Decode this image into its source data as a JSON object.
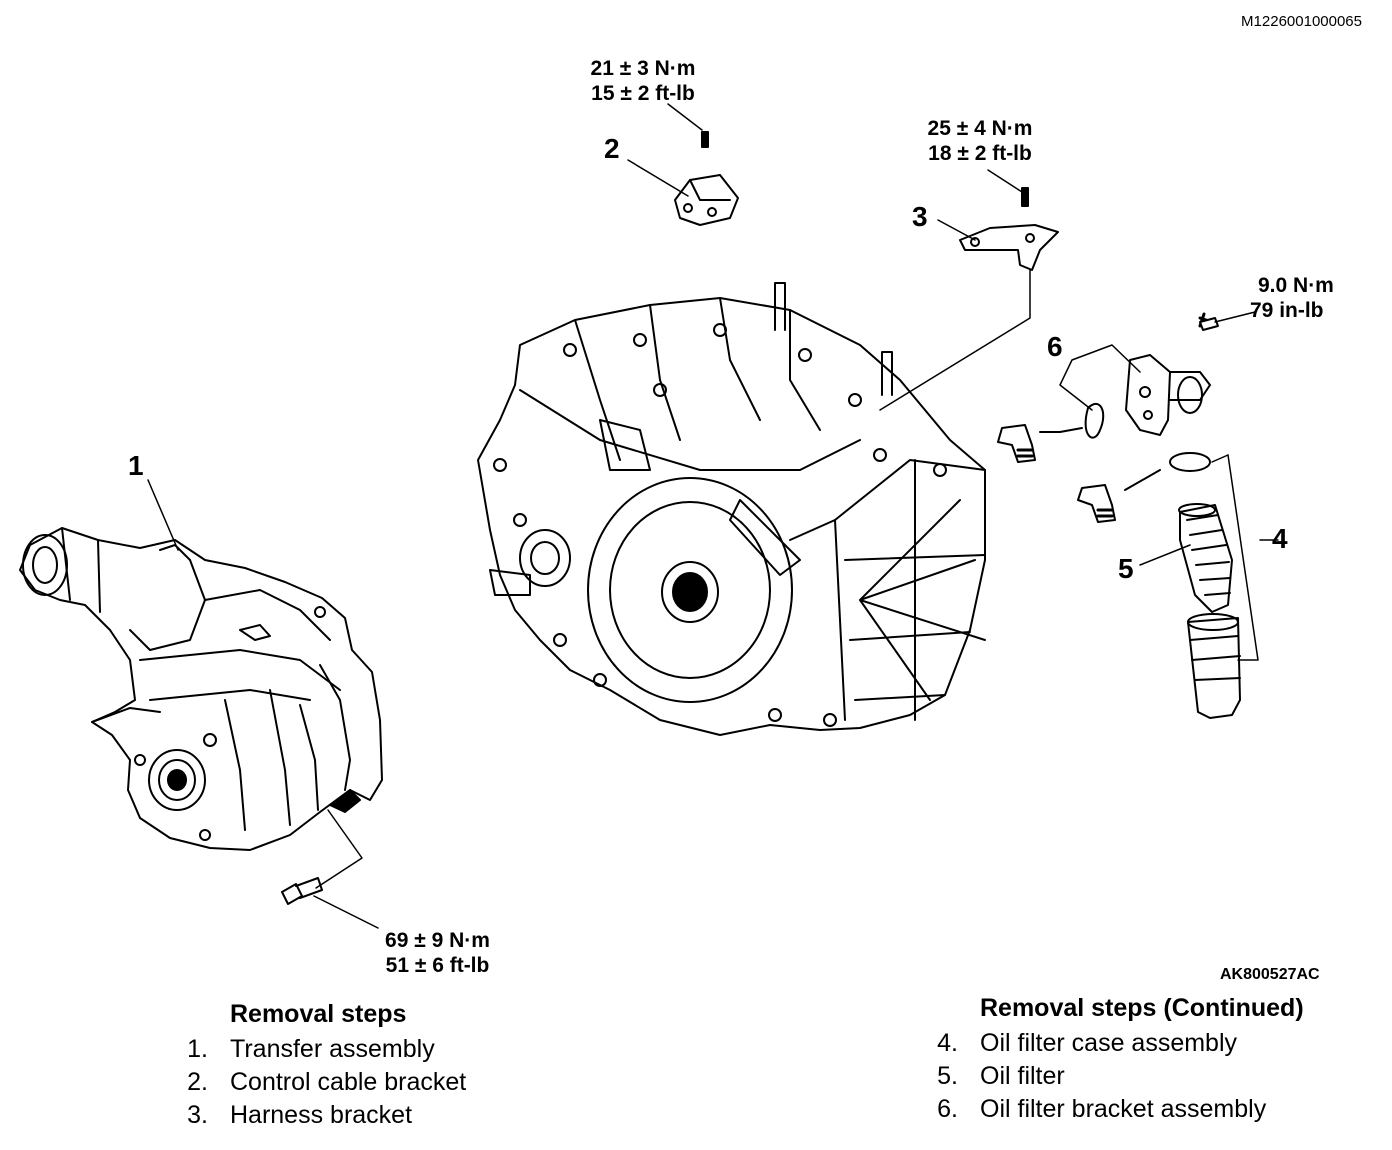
{
  "doc_ref": "M1226001000065",
  "figure_id": "AK800527AC",
  "torques": {
    "control_cable_bracket": {
      "nm": "21 ± 3 N·m",
      "imperial": "15 ± 2 ft-lb"
    },
    "harness_bracket": {
      "nm": "25 ± 4 N·m",
      "imperial": "18 ± 2 ft-lb"
    },
    "oil_filter_bracket": {
      "nm": "9.0 N·m",
      "imperial": "79 in-lb"
    },
    "transfer": {
      "nm": "69 ± 9 N·m",
      "imperial": "51 ± 6 ft-lb"
    }
  },
  "callouts": [
    "1",
    "2",
    "3",
    "4",
    "5",
    "6"
  ],
  "removal_steps": {
    "title": "Removal steps",
    "items": [
      {
        "num": "1.",
        "label": "Transfer assembly"
      },
      {
        "num": "2.",
        "label": "Control cable bracket"
      },
      {
        "num": "3.",
        "label": "Harness bracket"
      }
    ]
  },
  "removal_steps_continued": {
    "title": "Removal steps (Continued)",
    "items": [
      {
        "num": "4.",
        "label": "Oil filter case assembly"
      },
      {
        "num": "5.",
        "label": "Oil filter"
      },
      {
        "num": "6.",
        "label": "Oil filter bracket assembly"
      }
    ]
  }
}
